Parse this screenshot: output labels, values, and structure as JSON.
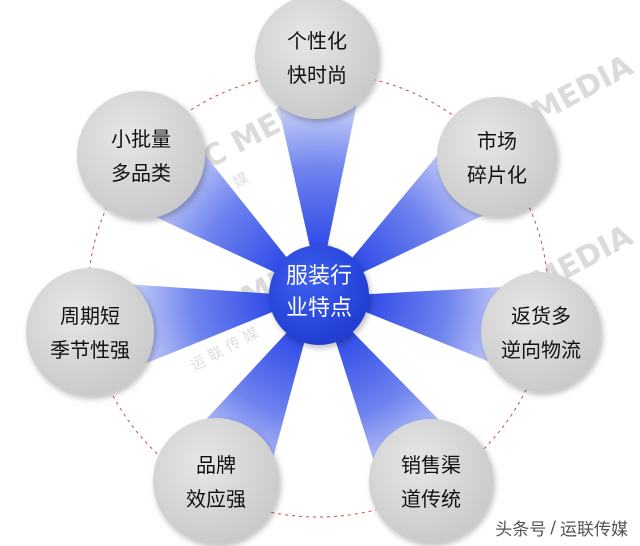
{
  "center": {
    "lines": [
      "服装行",
      "业特点"
    ]
  },
  "nodes": [
    {
      "id": "personalized",
      "lines": [
        "个性化",
        "快时尚"
      ]
    },
    {
      "id": "market",
      "lines": [
        "市场",
        "碎片化"
      ]
    },
    {
      "id": "returns",
      "lines": [
        "返货多",
        "逆向物流"
      ]
    },
    {
      "id": "channels",
      "lines": [
        "销售渠",
        "道传统"
      ]
    },
    {
      "id": "brand",
      "lines": [
        "品牌",
        "效应强"
      ]
    },
    {
      "id": "cycle",
      "lines": [
        "周期短",
        "季节性强"
      ]
    },
    {
      "id": "batch",
      "lines": [
        "小批量",
        "多品类"
      ]
    }
  ],
  "watermark": {
    "latin": "TUC MEDIA",
    "chinese": "运 联 传 媒"
  },
  "footer": {
    "source": "头条号",
    "separator": "/",
    "author": "运联传媒"
  },
  "colors": {
    "center_fill": "#2e4fe0",
    "node_fill": "#d2d2d2",
    "petal_inner": "#2240e8",
    "petal_outer": "#ffffff",
    "ring": "#c0504d",
    "watermark": "#bfbfbf"
  }
}
